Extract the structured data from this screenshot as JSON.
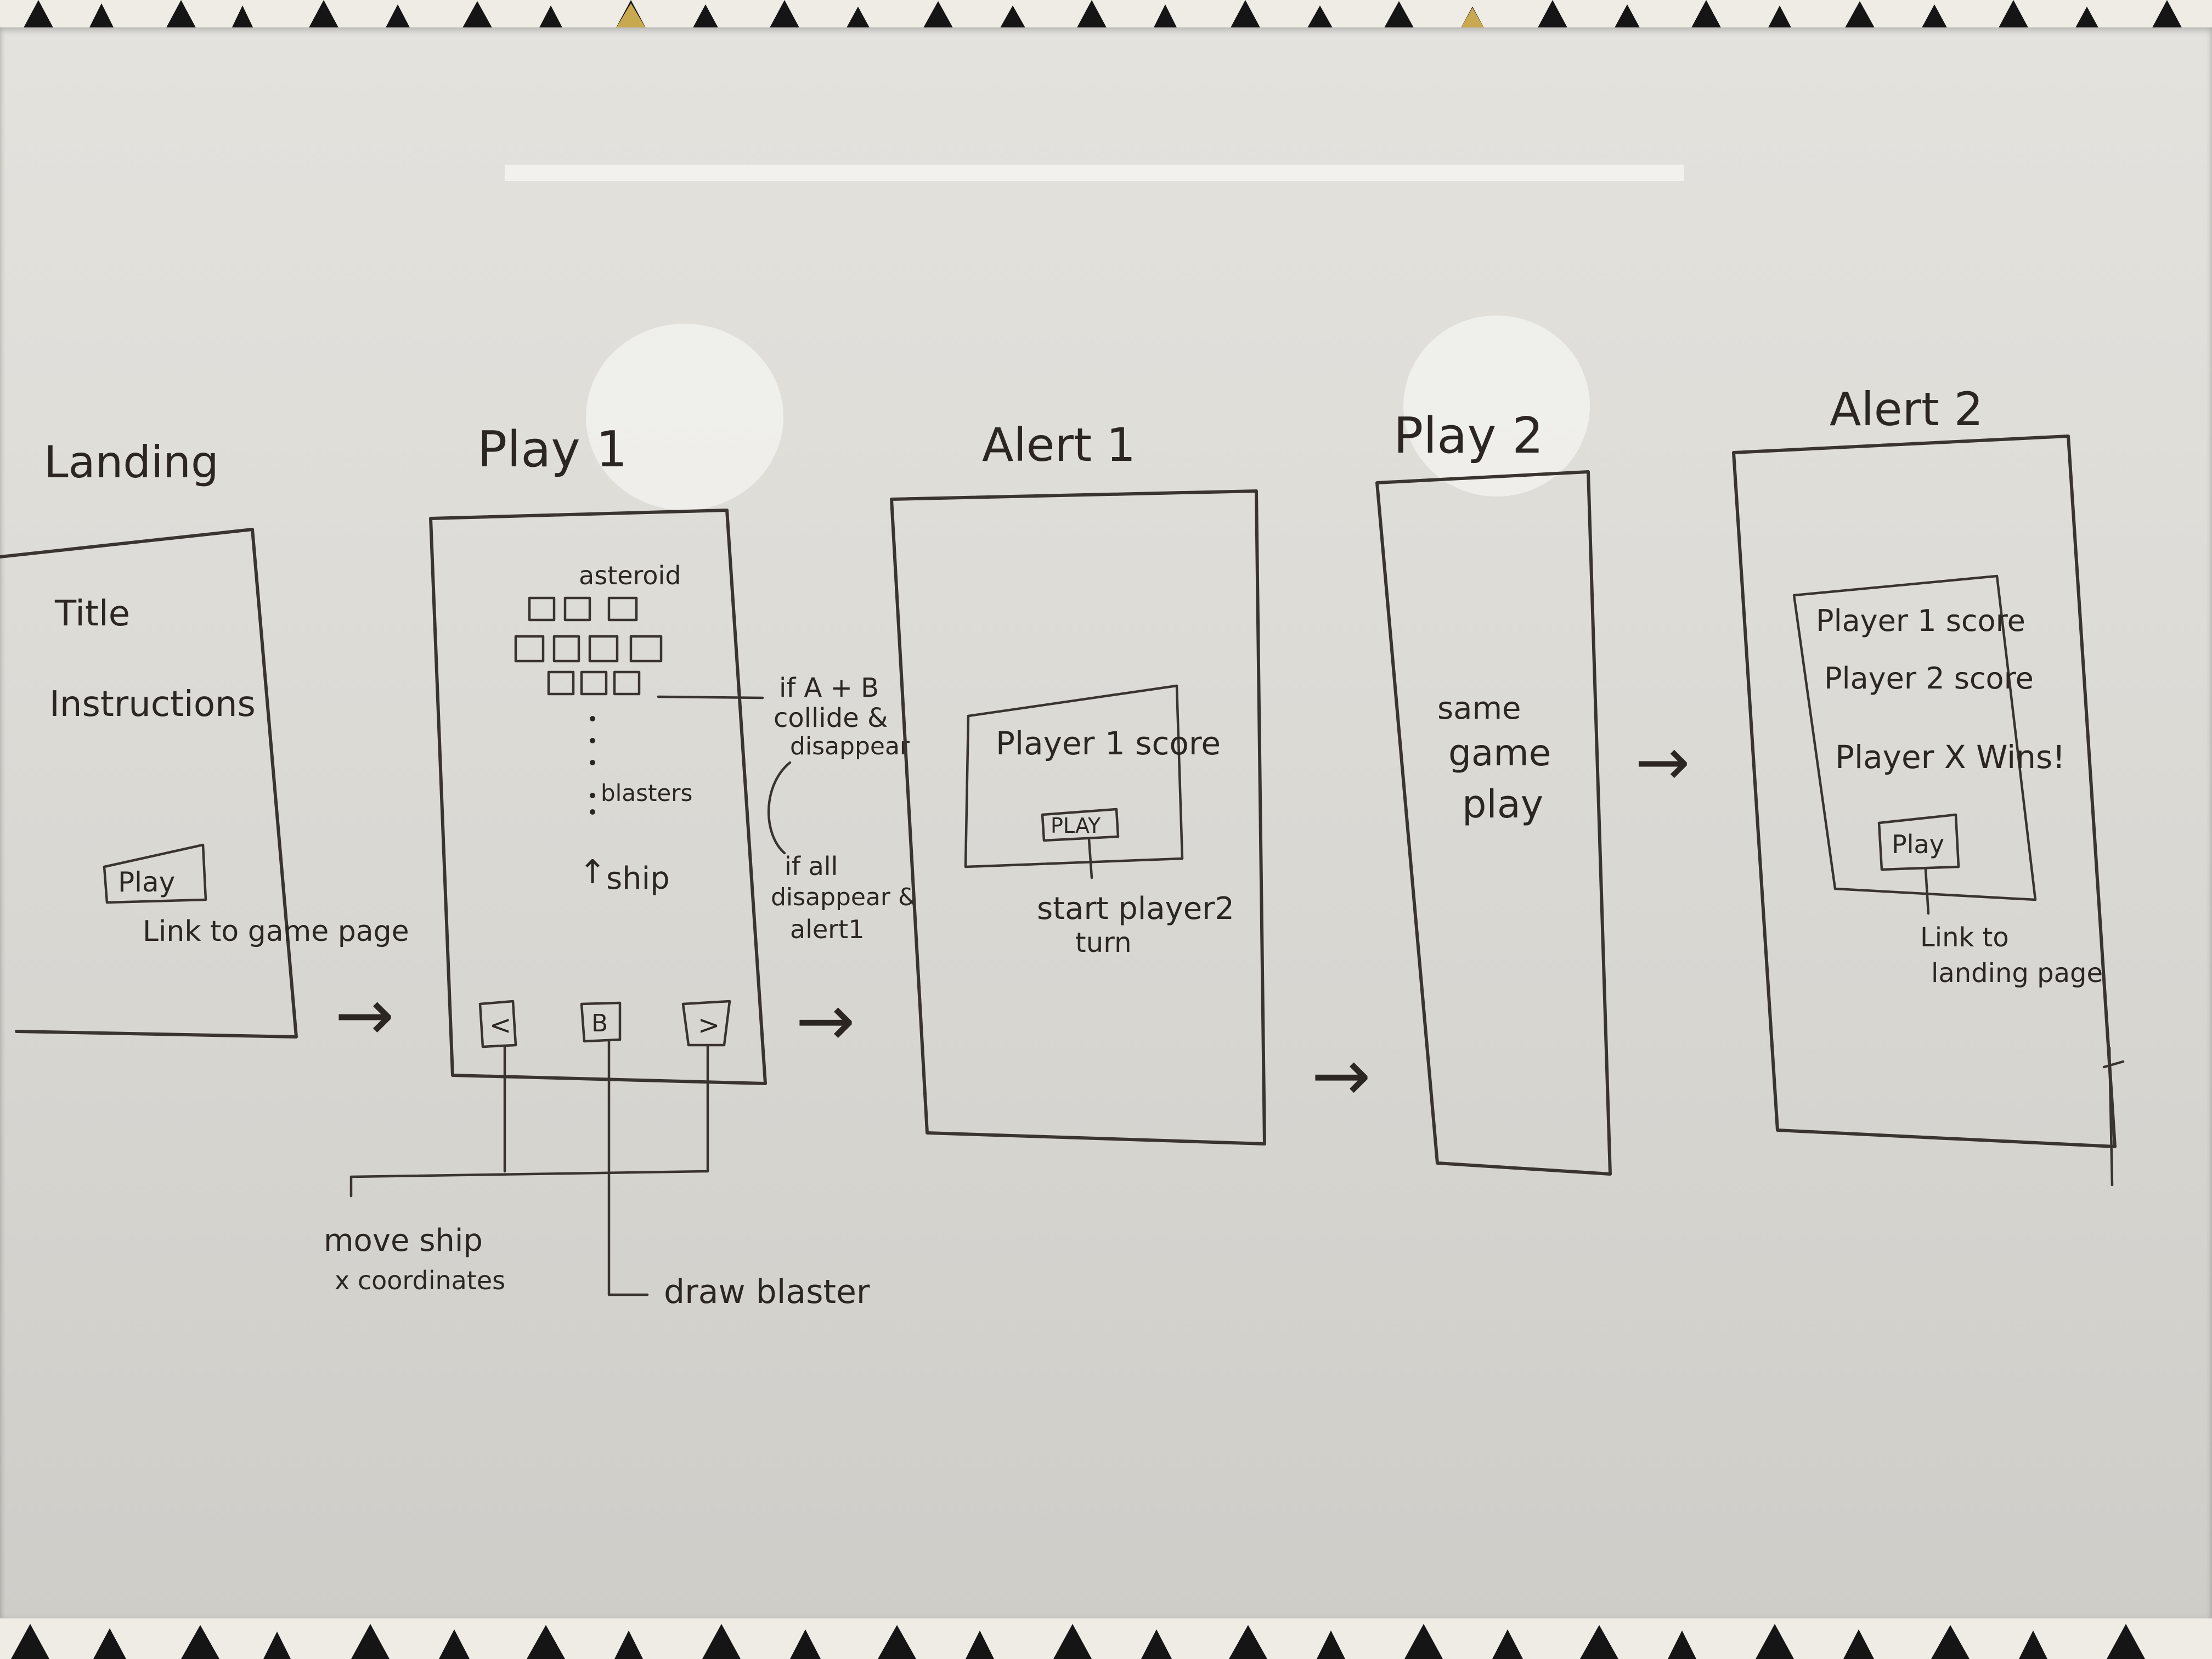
{
  "screens": [
    {
      "id": "landing",
      "label": "Landing",
      "items": [
        "Title",
        "Instructions"
      ],
      "button": "Play",
      "note": "Link to game page"
    },
    {
      "id": "play1",
      "label": "Play 1",
      "items": [
        "asteroid",
        "blasters",
        "ship"
      ],
      "controls": [
        "<",
        "B",
        ">"
      ],
      "side_note_1": [
        "if A + B",
        "collide &",
        "disappear"
      ],
      "side_note_2": [
        "if all",
        "disappear &",
        "alert1"
      ],
      "bottom_note_1": [
        "move ship",
        "x coordinates"
      ],
      "bottom_note_2": "draw blaster"
    },
    {
      "id": "alert1",
      "label": "Alert 1",
      "items": [
        "Player 1 score"
      ],
      "button": "PLAY",
      "note": [
        "start player2",
        "turn"
      ]
    },
    {
      "id": "play2",
      "label": "Play 2",
      "items": [
        "same",
        "game",
        "play"
      ]
    },
    {
      "id": "alert2",
      "label": "Alert 2",
      "items": [
        "Player 1 score",
        "Player 2 score",
        "Player X Wins!"
      ],
      "button": "Play",
      "note": [
        "Link to",
        "landing page"
      ]
    }
  ],
  "arrows": [
    "→",
    "→",
    "→",
    "→"
  ],
  "colors": {
    "ink": "#2b2622",
    "board": "#dedcd7",
    "wall": "#efece6",
    "pattern": "#151515",
    "gold": "#c9a94f"
  }
}
